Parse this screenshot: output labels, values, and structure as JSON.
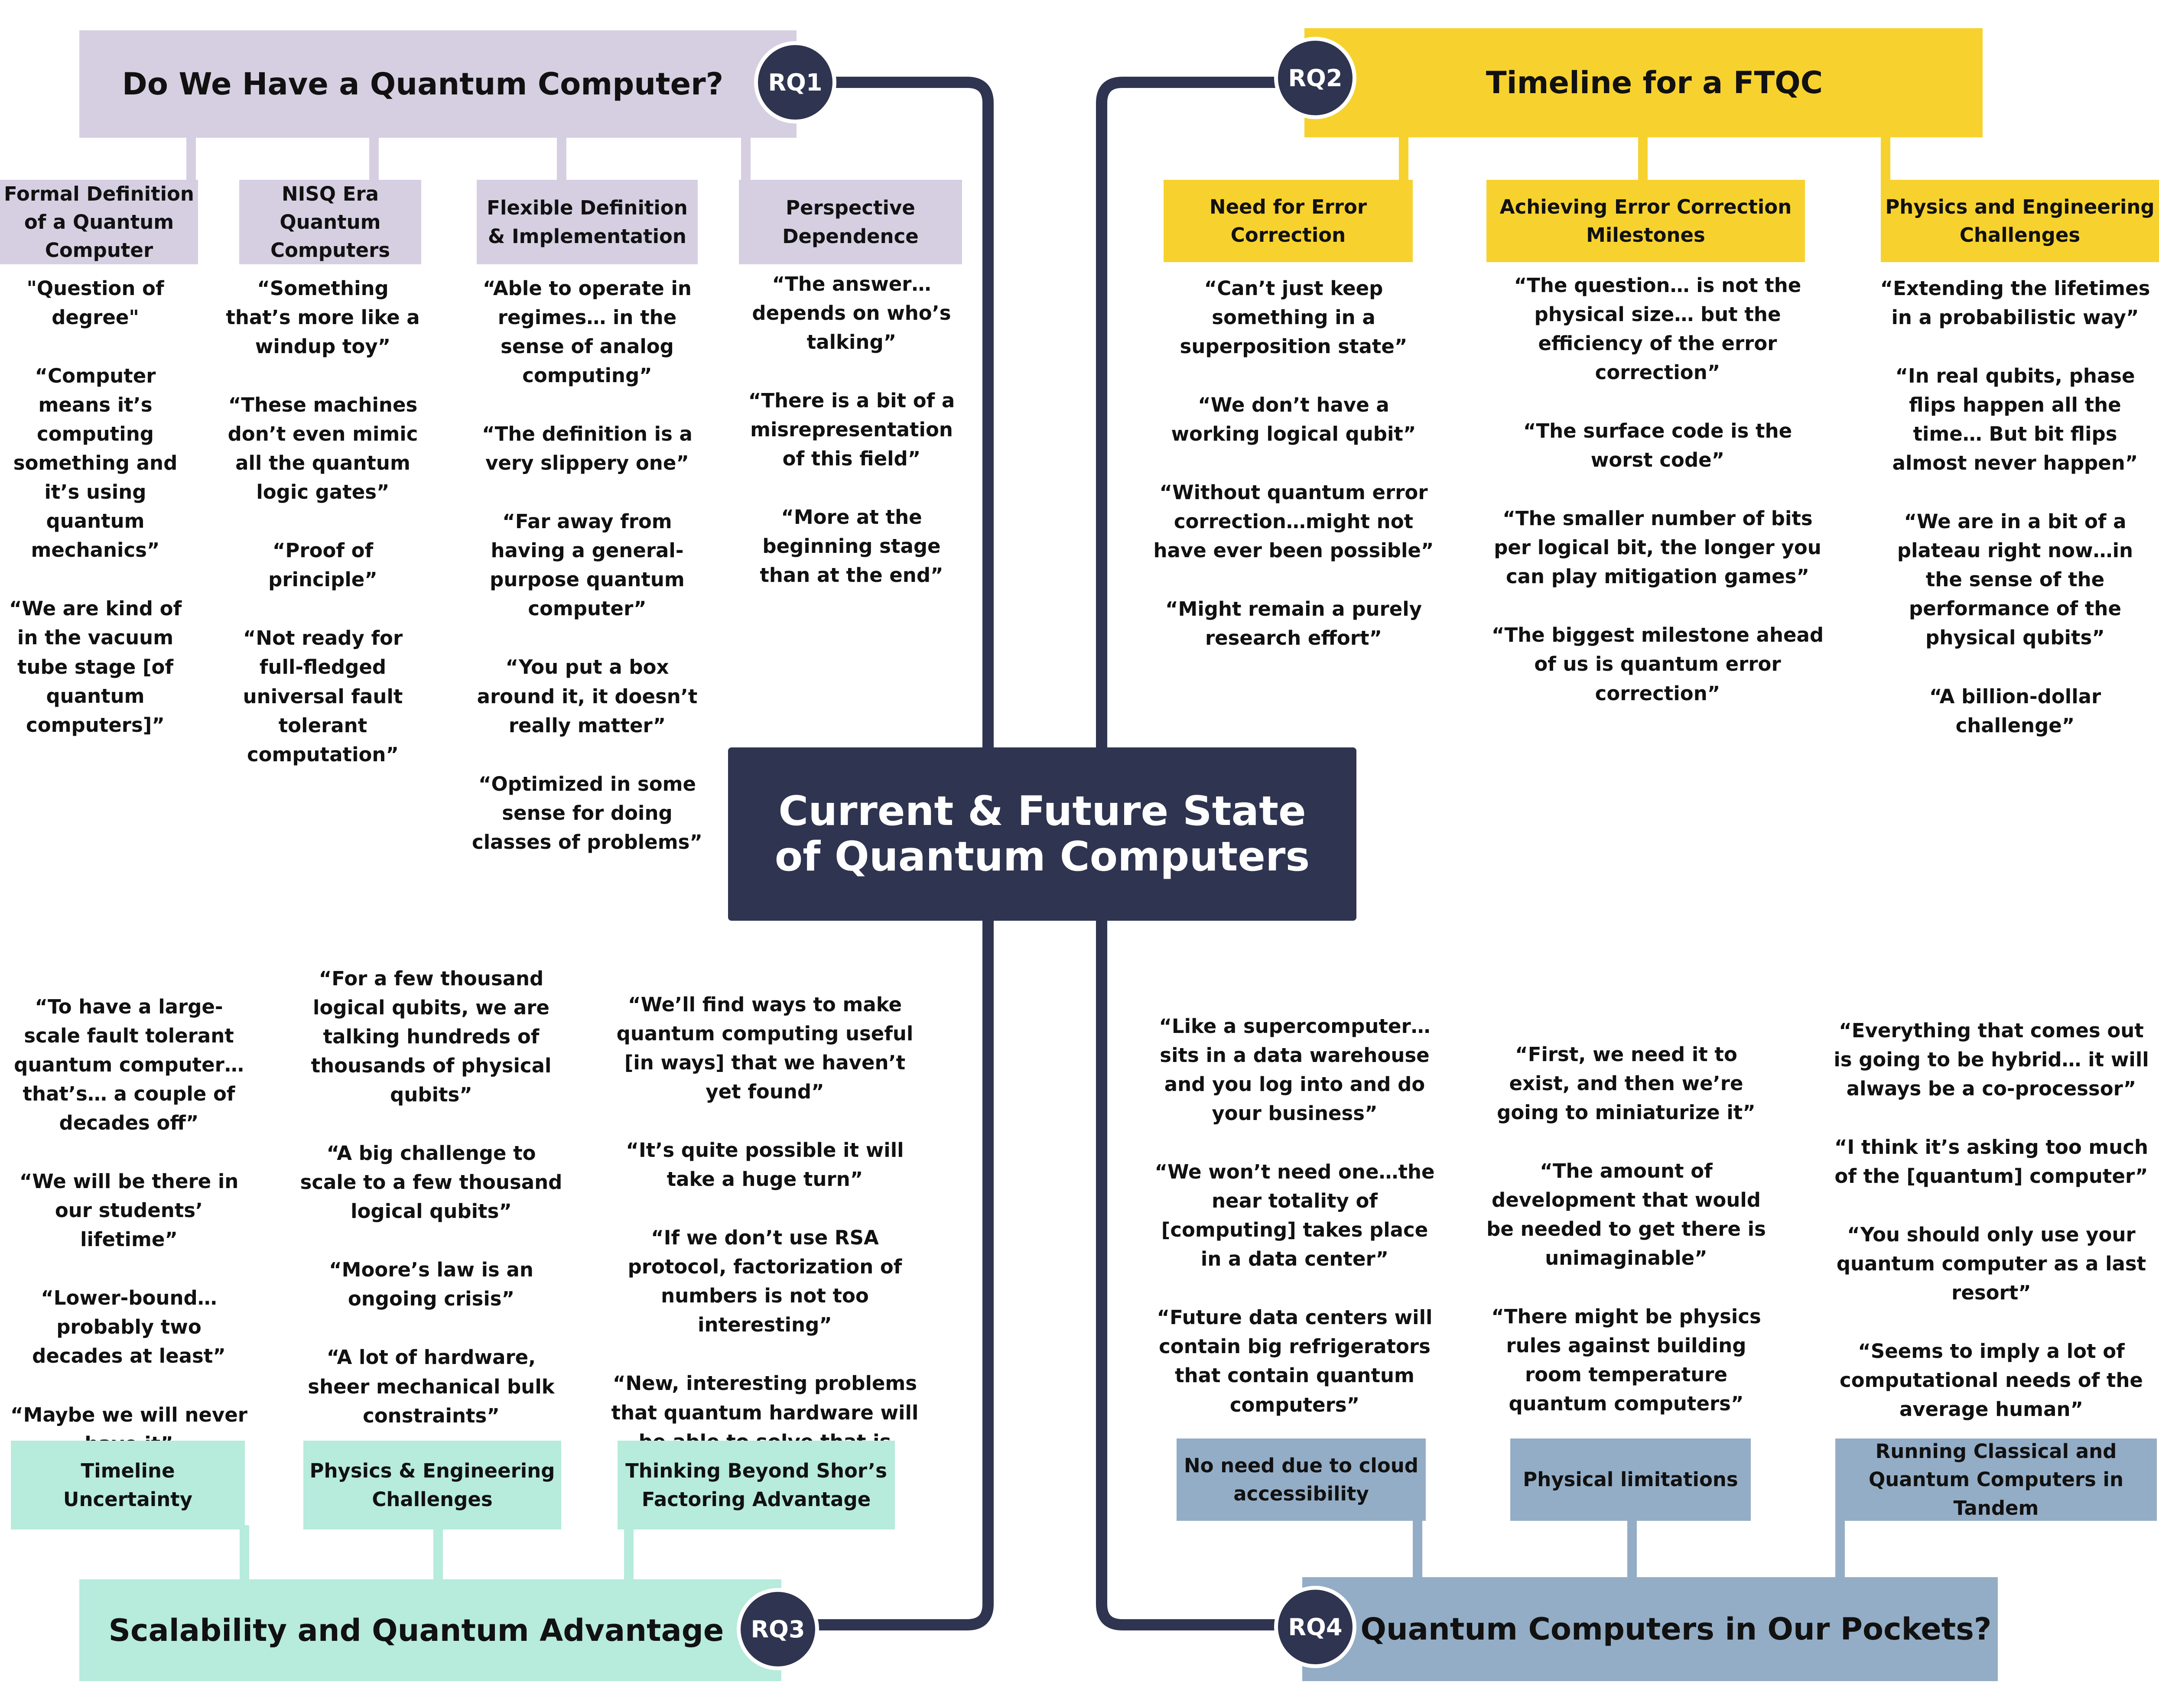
{
  "center": {
    "title": "Current & Future State of Quantum Computers"
  },
  "colors": {
    "navy": "#2f3450",
    "rq1": "#d6cfe2",
    "rq2": "#f7d22f",
    "rq3": "#b7ebdc",
    "rq4": "#94adc6"
  },
  "rq1": {
    "badge": "RQ1",
    "title": "Do We Have a Quantum Computer?",
    "themes": [
      {
        "label": "Formal Definition of a Quantum Computer",
        "quotes": [
          "\"Question of degree\"",
          "“Computer means it’s computing something and it’s using quantum mechanics”",
          "“We are kind of in the vacuum tube stage [of quantum computers]”"
        ]
      },
      {
        "label": "NISQ Era Quantum Computers",
        "quotes": [
          "“Something that’s more like a windup toy”",
          "“These machines don’t even mimic all the quantum logic gates”",
          "“Proof of principle”",
          "“Not ready for full-fledged universal fault tolerant computation”"
        ]
      },
      {
        "label": "Flexible Definition & Implementation",
        "quotes": [
          "“Able to operate in regimes… in the sense of analog computing”",
          "“The definition is a very slippery one”",
          "“Far away from having a general-purpose quantum computer”",
          "“You put a box around it, it doesn’t really matter”",
          "“Optimized in some sense for doing classes of problems”"
        ]
      },
      {
        "label": "Perspective Dependence",
        "quotes": [
          "“The answer… depends on who’s talking”",
          "“There is a bit of a misrepresentation of this field”",
          "“More at the beginning stage than at the end”"
        ]
      }
    ]
  },
  "rq2": {
    "badge": "RQ2",
    "title": "Timeline for a FTQC",
    "themes": [
      {
        "label": "Need for Error Correction",
        "quotes": [
          "“Can’t just keep something in a superposition state”",
          "“We don’t have a working logical qubit”",
          "“Without quantum error correction…might not have ever been possible”",
          "“Might remain a purely research effort”"
        ]
      },
      {
        "label": "Achieving Error Correction Milestones",
        "quotes": [
          "“The question… is not the physical size… but the efficiency of the error correction”",
          "“The surface code is the worst code”",
          "“The smaller number of bits per logical bit, the longer you can play mitigation games”",
          "“The biggest milestone ahead of us is quantum error correction”"
        ]
      },
      {
        "label": "Physics and Engineering Challenges",
        "quotes": [
          "“Extending the lifetimes in a probabilistic way”",
          "“In real qubits, phase flips happen all the time… But bit flips almost never happen”",
          "“We are in a bit of a plateau right now…in the sense of the performance of the physical qubits”",
          "“A billion-dollar challenge”"
        ]
      }
    ]
  },
  "rq3": {
    "badge": "RQ3",
    "title": "Scalability and Quantum Advantage",
    "themes": [
      {
        "label": "Timeline Uncertainty",
        "quotes": [
          "“To have a large-scale fault tolerant quantum computer… that’s… a couple of decades off”",
          "“We will be there in our students’ lifetime”",
          "“Lower-bound… probably two decades at least”",
          "“Maybe we will never have it”"
        ]
      },
      {
        "label": "Physics & Engineering Challenges",
        "quotes": [
          "“For a few thousand logical qubits, we are talking hundreds of thousands of physical qubits”",
          "“A big challenge to scale to a few thousand logical qubits”",
          "“Moore’s law is an ongoing crisis”",
          "“A lot of hardware, sheer mechanical bulk constraints”"
        ]
      },
      {
        "label": "Thinking Beyond Shor’s Factoring Advantage",
        "quotes": [
          "“We’ll find ways to make quantum computing useful [in ways] that we haven’t yet found”",
          "“It’s quite possible it will take a huge turn”",
          "“If we don’t use RSA protocol, factorization of numbers is not too interesting”",
          "“New, interesting problems that quantum hardware will be able to solve that is useful”"
        ]
      }
    ]
  },
  "rq4": {
    "badge": "RQ4",
    "title": "Quantum Computers in Our Pockets?",
    "themes": [
      {
        "label": "No need due to cloud accessibility",
        "quotes": [
          "“Like a supercomputer… sits in a data warehouse and you log into and do your business”",
          "“We won’t need one…the near totality of [computing] takes place in a data center”",
          "“Future data centers will contain big refrigerators that contain quantum computers”"
        ]
      },
      {
        "label": "Physical limitations",
        "quotes": [
          "“First, we need it to exist, and then we’re going to miniaturize it”",
          "“The amount of development that would be needed to get there is unimaginable”",
          "“There might be physics rules against building room temperature quantum computers”"
        ]
      },
      {
        "label": "Running Classical and Quantum Computers in Tandem",
        "quotes": [
          "“Everything that comes out is going to be hybrid… it will always be a co-processor”",
          "“I think it’s asking too much of the [quantum] computer”",
          "“You should only use your quantum computer as a last resort”",
          "“Seems to imply a lot of computational needs of the average human”"
        ]
      }
    ]
  }
}
